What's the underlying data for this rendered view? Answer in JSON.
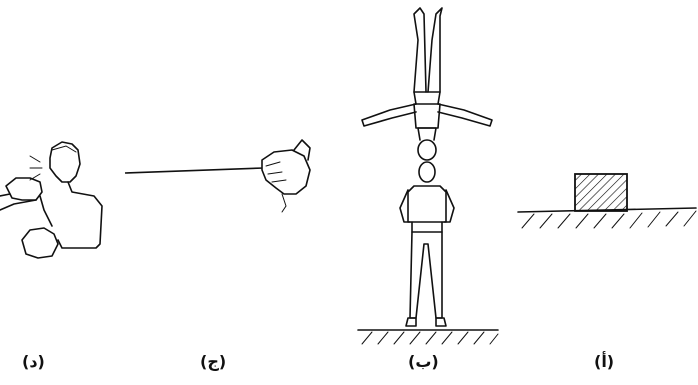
{
  "panels": [
    {
      "key": "d",
      "caption": "(د)"
    },
    {
      "key": "j",
      "caption": "(ج)"
    },
    {
      "key": "b",
      "caption": "(ب)"
    },
    {
      "key": "a",
      "caption": "(أ)"
    }
  ]
}
